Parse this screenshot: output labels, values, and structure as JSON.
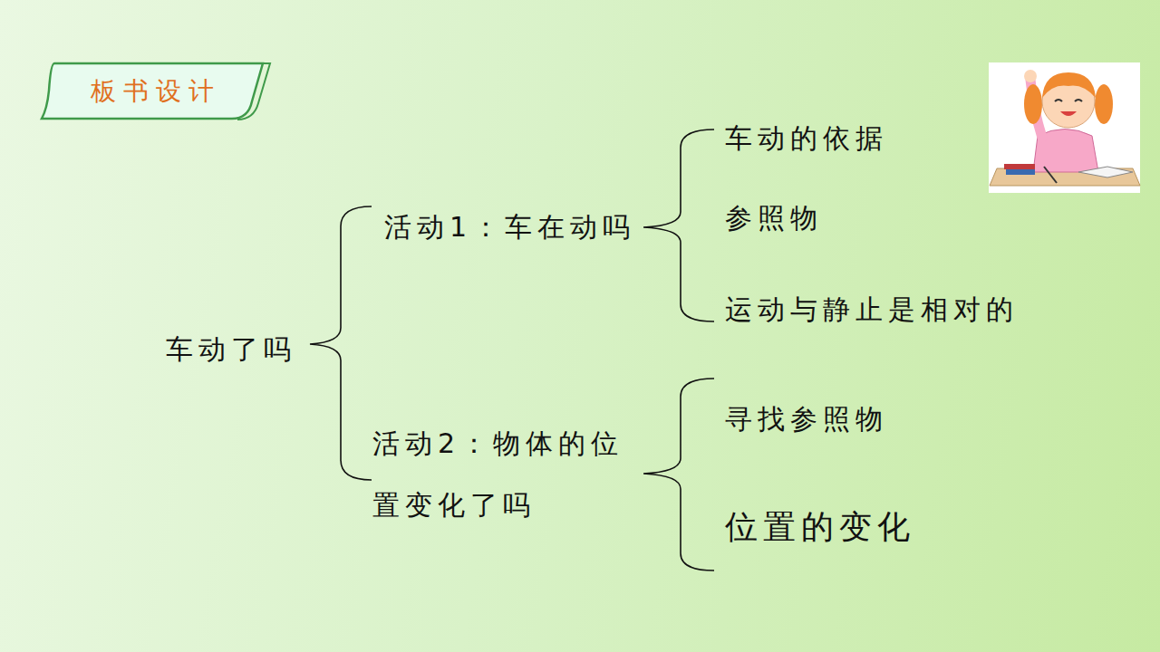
{
  "diagram": {
    "title": "板书设计",
    "labels": [
      "车动了吗",
      "活动1：车在动吗",
      "车动的依据",
      "参照物",
      "运动与静止是相对的",
      "活动2：物体的位 置变化了吗",
      "寻找参照物",
      "位置的变化"
    ]
  }
}
